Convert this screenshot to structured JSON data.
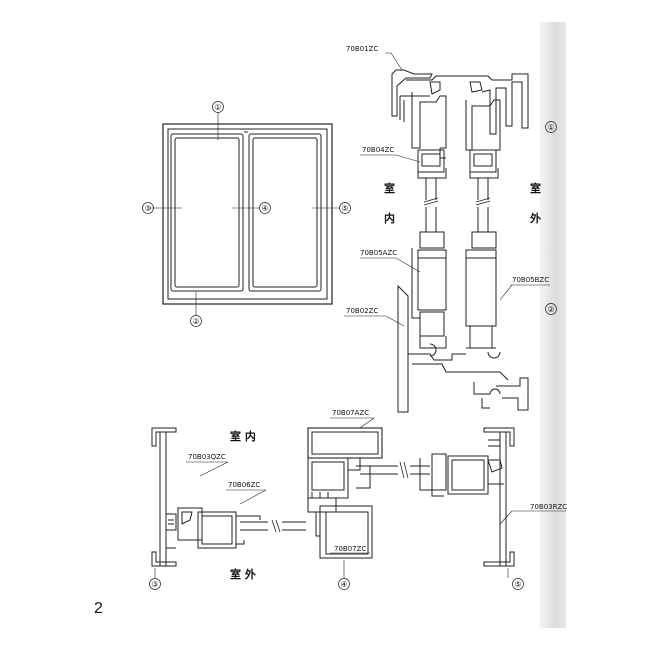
{
  "page_number": "2",
  "callouts": [
    "①",
    "②",
    "③",
    "④",
    "⑤"
  ],
  "profiles": {
    "p01": "70B01ZC",
    "p04": "70B04ZC",
    "p05a": "70B05AZC",
    "p05b": "70B05BZC",
    "p02": "70B02ZC",
    "p07a": "70B07AZC",
    "p03q": "70B03QZC",
    "p06": "70B06ZC",
    "p07": "70B07ZC",
    "p03r": "70B03RZC"
  },
  "labels": {
    "v_indoor_1": "室",
    "v_indoor_2": "内",
    "v_outdoor_1": "室",
    "v_outdoor_2": "外",
    "h_indoor": "室 内",
    "h_outdoor": "室 外"
  }
}
